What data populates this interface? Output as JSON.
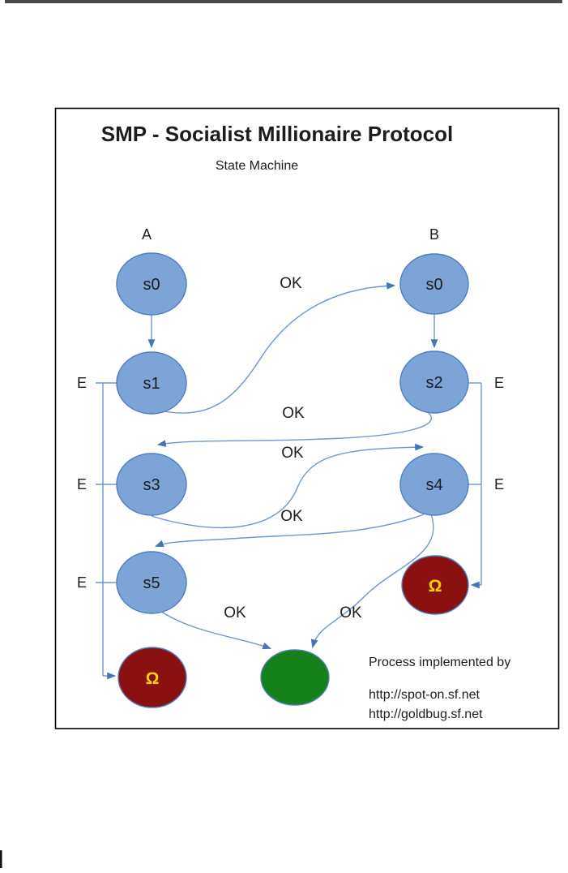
{
  "colors": {
    "state_fill": "#7ca4d7",
    "state_stroke": "#4d7ebf",
    "edge": "#6d96cf",
    "arrowhead": "#4576b4",
    "error_fill": "#8b1111",
    "error_text": "#ffd400",
    "success_fill": "#16801a",
    "box_border": "#000000",
    "top_bar": "#4a4a4a",
    "text": "#1c1c1c"
  },
  "diagram": {
    "title": "SMP - Socialist Millionaire Protocol",
    "subtitle": "State Machine",
    "column_a": "A",
    "column_b": "B",
    "nodes": {
      "a_s0": "s0",
      "b_s0": "s0",
      "a_s1": "s1",
      "b_s2": "s2",
      "a_s3": "s3",
      "b_s4": "s4",
      "a_s5": "s5",
      "omega_b": "Ω",
      "omega_a": "Ω"
    },
    "edge_labels": {
      "ok": [
        "OK",
        "OK",
        "OK",
        "OK",
        "OK",
        "OK"
      ],
      "e": [
        "E",
        "E",
        "E",
        "E",
        "E"
      ]
    },
    "footer": {
      "caption": "Process implemented by",
      "links": [
        "http://spot-on.sf.net",
        "http://goldbug.sf.net"
      ]
    }
  }
}
